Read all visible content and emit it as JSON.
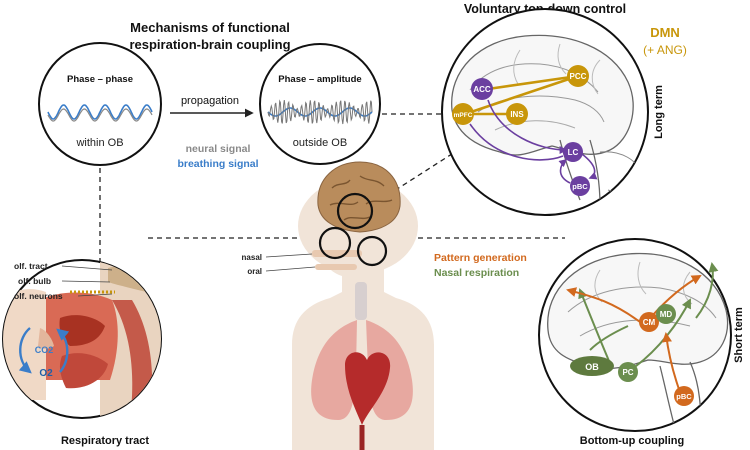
{
  "title": {
    "line1": "Mechanisms of functional",
    "line2": "respiration-brain coupling"
  },
  "phase_phase": {
    "label": "Phase – phase",
    "caption": "within OB"
  },
  "phase_amplitude": {
    "label": "Phase – amplitude",
    "caption": "outside OB"
  },
  "propagation_label": "propagation",
  "signals": {
    "neural": "neural signal",
    "breathing": "breathing signal"
  },
  "voluntary": {
    "title": "Voluntary top-down control",
    "dmn": "DMN",
    "dmn_sub": "(+ ANG)",
    "term": "Long term",
    "nodes": {
      "acc": "ACC",
      "pcc": "PCC",
      "mpfc": "mPFC",
      "ins": "INS",
      "lc": "LC",
      "pbc": "pBC"
    }
  },
  "respiratory": {
    "title": "Respiratory tract",
    "labels": {
      "tract": "olf. tract",
      "bulb": "olf. bulb",
      "neurons": "olf. neurons"
    },
    "co2": "CO2",
    "o2": "O2"
  },
  "body": {
    "nasal": "nasal",
    "oral": "oral"
  },
  "legend": {
    "pattern": "Pattern generation",
    "nasal": "Nasal respiration"
  },
  "bottom_up": {
    "title": "Bottom-up coupling",
    "term": "Short term",
    "nodes": {
      "ob": "OB",
      "pc": "PC",
      "cm": "CM",
      "md": "MD",
      "pbc": "pBC"
    }
  },
  "colors": {
    "dmn_gold": "#c8960a",
    "purple": "#6b3fa0",
    "orange": "#d2691e",
    "olive": "#6b8e4e",
    "breathing_blue": "#3a7dc9",
    "neural_gray": "#8a8a8a"
  }
}
